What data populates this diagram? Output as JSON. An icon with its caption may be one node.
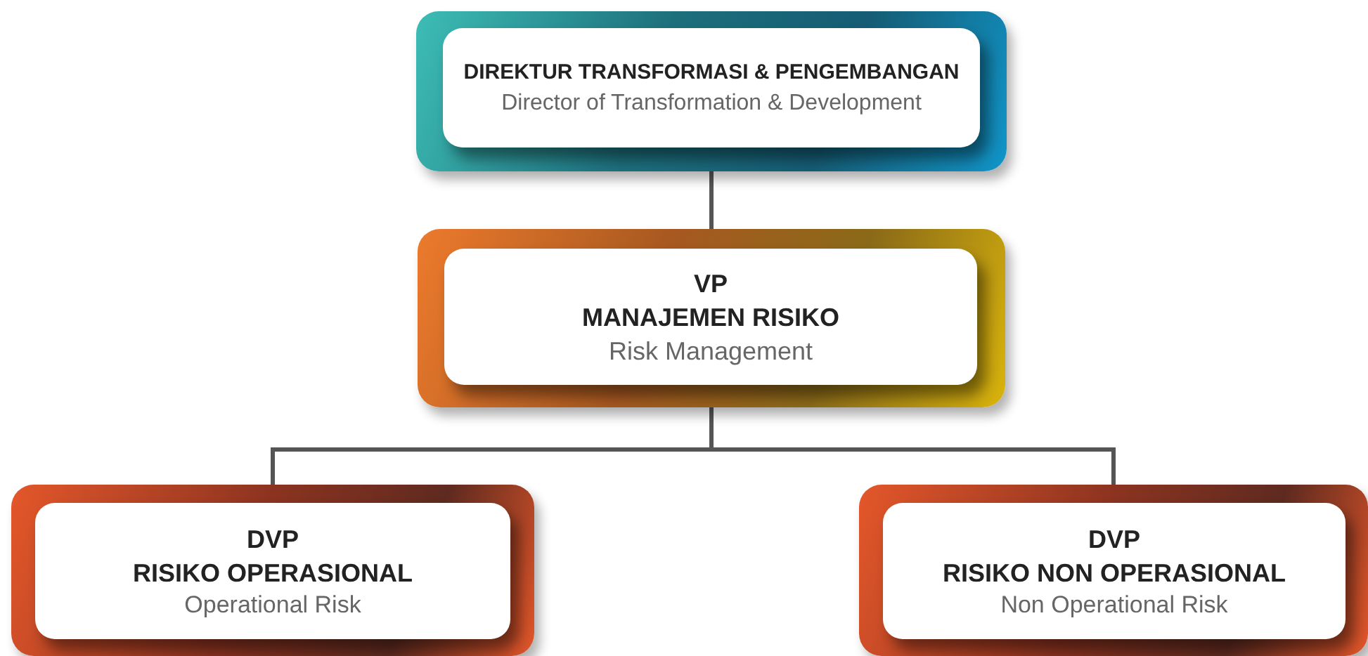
{
  "diagram": {
    "nodes": [
      {
        "text": [
          "DIREKTUR TRANSFORMASI & PENGEMBANGAN",
          "Director of Transformation & Development"
        ]
      },
      {
        "text": [
          "VP",
          "MANAJEMEN RISIKO",
          "Risk Management"
        ]
      },
      {
        "text": [
          "DVP",
          "RISIKO OPERASIONAL",
          "Operational Risk"
        ]
      },
      {
        "text": [
          "DVP",
          "RISIKO NON OPERASIONAL",
          "Non Operational Risk"
        ]
      }
    ],
    "edges": [
      {
        "from": 0,
        "to": 1,
        "arrow": "none"
      },
      {
        "from": 1,
        "to": 2,
        "arrow": "none"
      },
      {
        "from": 1,
        "to": 3,
        "arrow": "none"
      }
    ]
  }
}
